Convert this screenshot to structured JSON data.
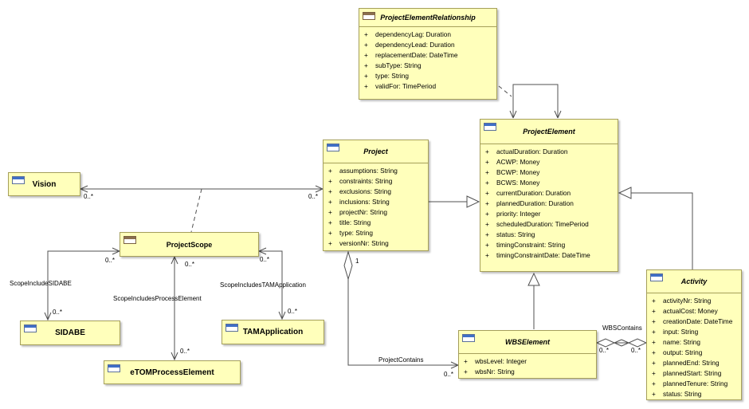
{
  "classes": {
    "per": {
      "name": "ProjectElementRelationship",
      "attributes": [
        {
          "vis": "+",
          "text": "dependencyLag: Duration"
        },
        {
          "vis": "+",
          "text": "dependencyLead: Duration"
        },
        {
          "vis": "+",
          "text": "replacementDate: DateTime"
        },
        {
          "vis": "+",
          "text": "subType: String"
        },
        {
          "vis": "+",
          "text": "type: String"
        },
        {
          "vis": "+",
          "text": "validFor: TimePeriod"
        }
      ]
    },
    "pe": {
      "name": "ProjectElement",
      "attributes": [
        {
          "vis": "+",
          "text": "actualDuration: Duration"
        },
        {
          "vis": "+",
          "text": "ACWP: Money"
        },
        {
          "vis": "+",
          "text": "BCWP: Money"
        },
        {
          "vis": "+",
          "text": "BCWS: Money"
        },
        {
          "vis": "+",
          "text": "currentDuration: Duration"
        },
        {
          "vis": "+",
          "text": "plannedDuration: Duration"
        },
        {
          "vis": "+",
          "text": "priority: Integer"
        },
        {
          "vis": "+",
          "text": "scheduledDuration: TimePeriod"
        },
        {
          "vis": "+",
          "text": "status: String"
        },
        {
          "vis": "+",
          "text": "timingConstraint: String"
        },
        {
          "vis": "+",
          "text": "timingConstraintDate: DateTime"
        }
      ]
    },
    "project": {
      "name": "Project",
      "attributes": [
        {
          "vis": "+",
          "text": "assumptions: String"
        },
        {
          "vis": "+",
          "text": "constraints: String"
        },
        {
          "vis": "+",
          "text": "exclusions: String"
        },
        {
          "vis": "+",
          "text": "inclusions: String"
        },
        {
          "vis": "+",
          "text": "projectNr: String"
        },
        {
          "vis": "+",
          "text": "title: String"
        },
        {
          "vis": "+",
          "text": "type: String"
        },
        {
          "vis": "+",
          "text": "versionNr: String"
        }
      ]
    },
    "vision": {
      "name": "Vision"
    },
    "projectscope": {
      "name": "ProjectScope"
    },
    "sidabe": {
      "name": "SIDABE"
    },
    "tam": {
      "name": "TAMApplication"
    },
    "etom": {
      "name": "eTOMProcessElement"
    },
    "wbs": {
      "name": "WBSElement",
      "attributes": [
        {
          "vis": "+",
          "text": "wbsLevel: Integer"
        },
        {
          "vis": "+",
          "text": "wbsNr: String"
        }
      ]
    },
    "activity": {
      "name": "Activity",
      "attributes": [
        {
          "vis": "+",
          "text": "activityNr: String"
        },
        {
          "vis": "+",
          "text": "actualCost: Money"
        },
        {
          "vis": "+",
          "text": "creationDate: DateTime"
        },
        {
          "vis": "+",
          "text": "input: String"
        },
        {
          "vis": "+",
          "text": "name: String"
        },
        {
          "vis": "+",
          "text": "output: String"
        },
        {
          "vis": "+",
          "text": "plannedEnd: String"
        },
        {
          "vis": "+",
          "text": "plannedStart: String"
        },
        {
          "vis": "+",
          "text": "plannedTenure: String"
        },
        {
          "vis": "+",
          "text": "status: String"
        }
      ]
    }
  },
  "associations": {
    "scope_includes_sidabe": "ScopeIncludeSIDABE",
    "scope_includes_process": "ScopeIncludesProcessElement",
    "scope_includes_tam": "ScopeIncludesTAMApplication",
    "project_contains": "ProjectContains",
    "wbs_contains": "WBSContains"
  },
  "multiplicities": {
    "vision_end": "0..*",
    "project_vision_end": "0..*",
    "scope_left": "0..*",
    "scope_mid": "0..*",
    "scope_right": "0..*",
    "sidabe_end": "0..*",
    "tam_end": "0..*",
    "etom_end": "0..*",
    "project_one": "1",
    "wbs_project_end": "0..*",
    "wbs_right": "0..*",
    "activity_left": "0..*"
  }
}
